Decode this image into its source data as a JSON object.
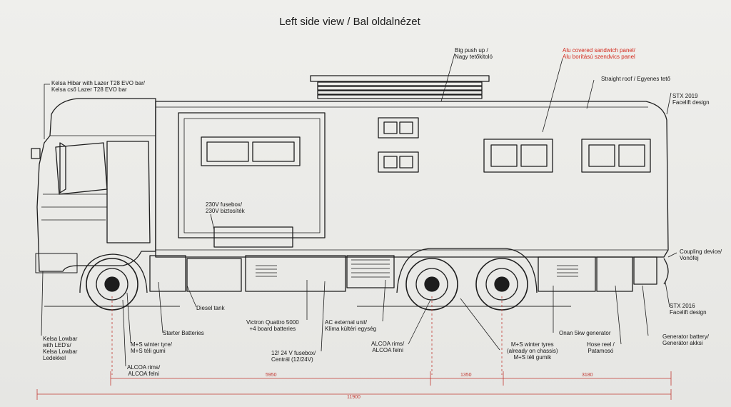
{
  "title": "Left side view / Bal oldalnézet",
  "labels": {
    "push_up": [
      "Big push up /",
      "Nagy tetőkitoló"
    ],
    "sandwich": [
      "Alu covered sandwich panel/",
      "Alu borítású szendvics panel"
    ],
    "kelsa_hibar": [
      "Kelsa Hibar with Lazer T28 EVO bar/",
      "Kelsa cső Lazer T28 EVO bar"
    ],
    "straight_roof": [
      "Straight roof / Egyenes tető"
    ],
    "stx2019": [
      "STX 2019",
      "Facelift design"
    ],
    "fusebox230": [
      "230V fusebox/",
      "230V biztosíték"
    ],
    "coupling": [
      "Coupling device/",
      "Vonófej"
    ],
    "diesel": [
      "Diesel tank"
    ],
    "stx2016": [
      "STX 2016",
      "Facelift design"
    ],
    "victron": [
      "Victron Quattro 5000",
      "+4 board batteries"
    ],
    "ac_unit": [
      "AC external unit/",
      "Klíma kültéri egység"
    ],
    "starter": [
      "Starter Batteries"
    ],
    "onan": [
      "Onan 5kw generator"
    ],
    "gen_battery": [
      "Generator battery/",
      "Generátor akksi"
    ],
    "kelsa_lowbar": [
      "Kelsa Lowbar",
      "with LED's/",
      "Kelsa Lowbar",
      "Ledekkel"
    ],
    "ms_front": [
      "M+S winter tyre/",
      "M+S téli gumi"
    ],
    "alcoa_mid": [
      "ALCOA rims/",
      "ALCOA felni"
    ],
    "ms_rear": [
      "M+S winter tyres",
      "(already on chassis)",
      "M+S téli gumik"
    ],
    "hose": [
      "Hose reel /",
      "Patamosó"
    ],
    "fusebox12": [
      "12/ 24 V fusebox/",
      "Centrál (12/24V)"
    ],
    "alcoa_front": [
      "ALCOA rims/",
      "ALCOA felni"
    ]
  },
  "dimensions": {
    "d5950": "5950",
    "d1350": "1350",
    "d3180": "3180",
    "d11900": "11900"
  },
  "colors": {
    "line": "#1d1d1d",
    "red_text": "#d42a1d",
    "dimension": "#c23a33",
    "paper": "#ecece9"
  }
}
